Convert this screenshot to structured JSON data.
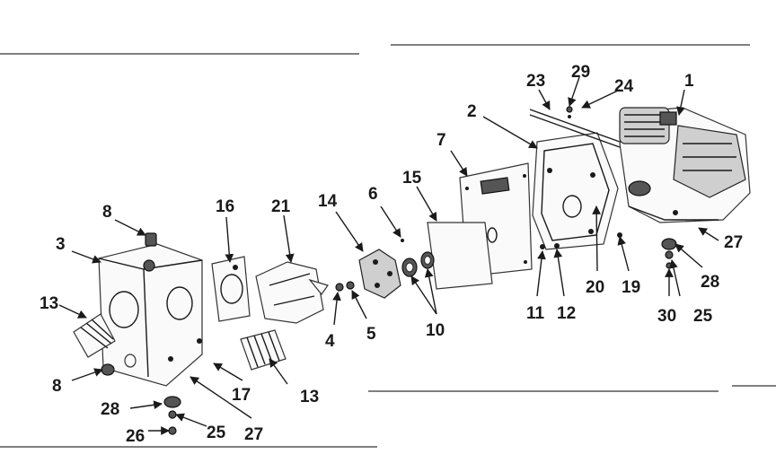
{
  "callouts": {
    "c1": "1",
    "c2": "2",
    "c3": "3",
    "c4": "4",
    "c5": "5",
    "c6": "6",
    "c7": "7",
    "c8a": "8",
    "c8b": "8",
    "c10": "10",
    "c11": "11",
    "c12": "12",
    "c13a": "13",
    "c13b": "13",
    "c14": "14",
    "c15": "15",
    "c16": "16",
    "c17": "17",
    "c19": "19",
    "c20": "20",
    "c21": "21",
    "c23": "23",
    "c24": "24",
    "c25a": "25",
    "c25b": "25",
    "c26": "26",
    "c27a": "27",
    "c27b": "27",
    "c28a": "28",
    "c28b": "28",
    "c29": "29",
    "c30": "30"
  },
  "colors": {
    "ink": "#1a1a1a",
    "paper": "#ffffff"
  }
}
